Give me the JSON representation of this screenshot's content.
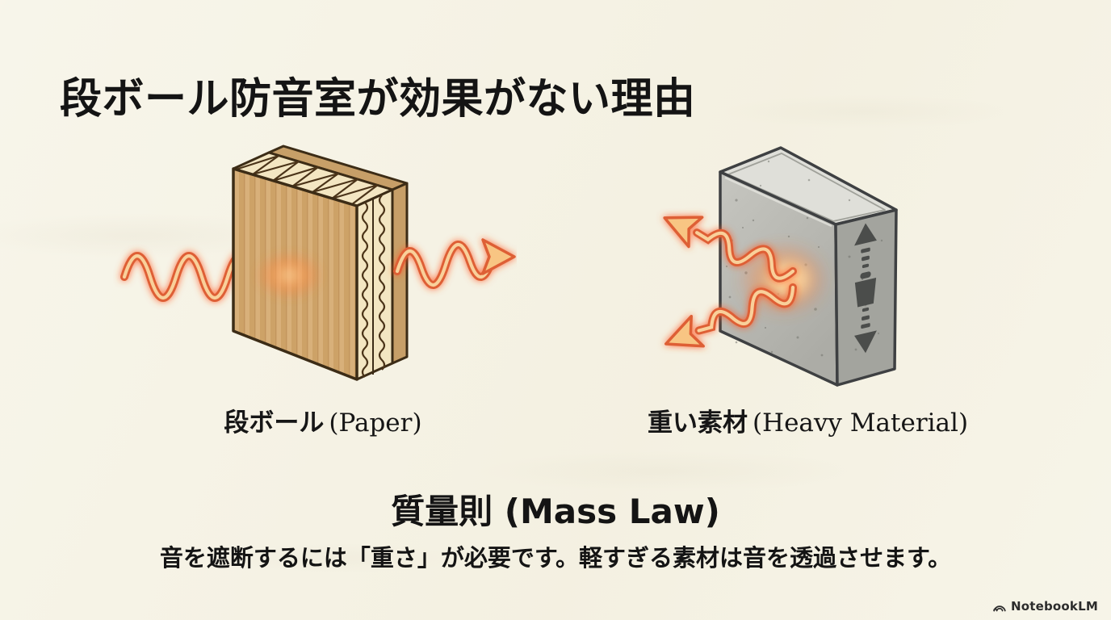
{
  "page": {
    "background_color": "#f5f2e4",
    "ink_color": "#141414",
    "kind": "infographic-slide"
  },
  "title": "段ボール防音室が効果がない理由",
  "figures": {
    "left": {
      "illustration": "corrugated-cardboard-panels",
      "wave_behavior": "sound-passes-through",
      "label_jp": "段ボール",
      "label_en": "(Paper)"
    },
    "right": {
      "illustration": "heavy-gray-block-with-weight-symbol",
      "wave_behavior": "sound-reflected-back",
      "label_jp": "重い素材",
      "label_en": "(Heavy Material)"
    }
  },
  "conclusion": {
    "heading": "質量則 (Mass Law)",
    "description": "音を遮断するには「重さ」が必要です。軽すぎる素材は音を透過させます。"
  },
  "footer": {
    "brand": "NotebookLM"
  },
  "icons": {
    "sound_wave": "glowing-orange-sine-wave-arrow",
    "weight": "kettlebell-with-up-down-arrows",
    "brand_logo": "notebooklm-arcs-logo"
  },
  "colors": {
    "wave_outline": "#de5f36",
    "wave_core": "#f9d09a",
    "wave_glow": "#ff5a28",
    "arrow_fill": "#f8c583",
    "cardboard_light": "#d8b07a",
    "cardboard_dark": "#cda267",
    "cardboard_flute_bg": "#f3e6c2",
    "cardboard_outline": "#3c2c16",
    "block_face": "#b9b9b3",
    "block_side": "#a3a49e",
    "block_top": "#dfdfd9",
    "block_outline": "#3e4042",
    "weight_icon_gray": "#4b4d4b",
    "brand_text": "#2c2c2c"
  }
}
